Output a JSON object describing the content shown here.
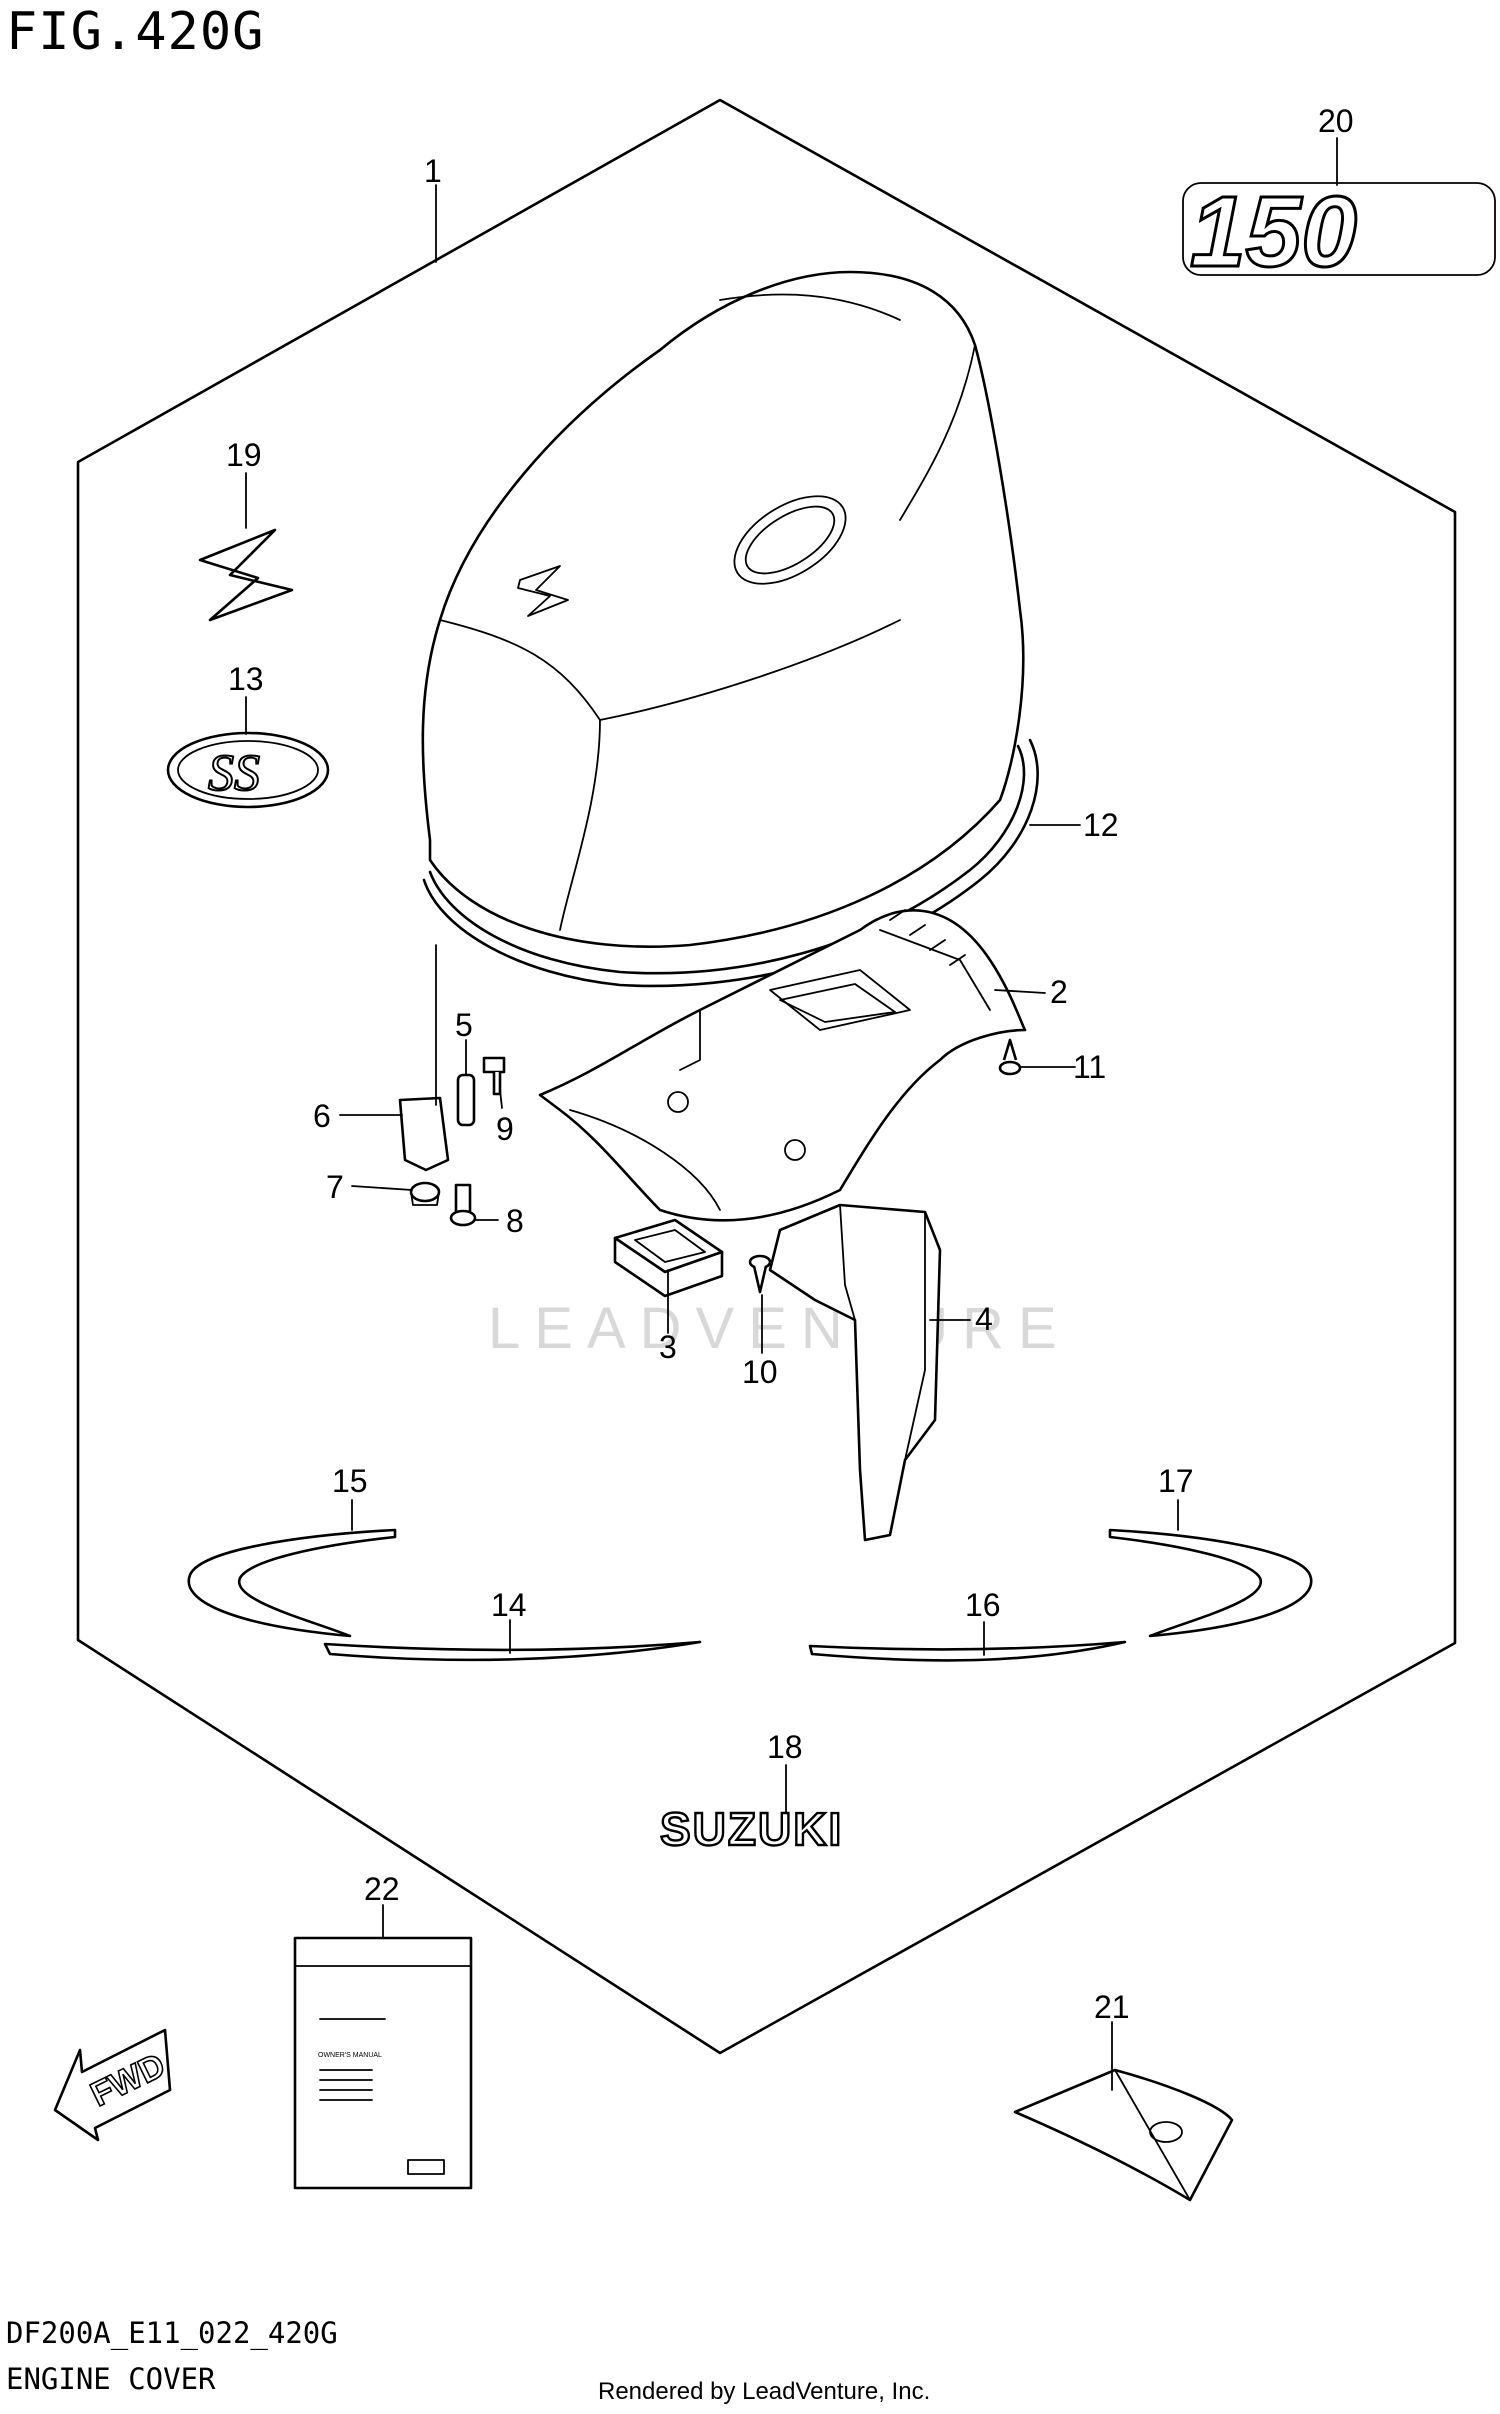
{
  "figure": {
    "title": "FIG.420G",
    "code": "DF200A_E11_022_420G",
    "name": "ENGINE COVER",
    "credit": "Rendered by LeadVenture, Inc.",
    "watermark": "LEADVENTURE"
  },
  "callouts": [
    "1",
    "2",
    "3",
    "4",
    "5",
    "6",
    "7",
    "8",
    "9",
    "10",
    "11",
    "12",
    "13",
    "14",
    "15",
    "16",
    "17",
    "18",
    "19",
    "20",
    "21",
    "22"
  ],
  "decals": {
    "model_number": "150",
    "brand": "SUZUKI",
    "badge": "SS",
    "direction": "FWD"
  },
  "manual": {
    "title": "OWNER'S MANUAL"
  },
  "icons": [
    "suzuki-s-logo-icon",
    "fwd-arrow-icon"
  ]
}
